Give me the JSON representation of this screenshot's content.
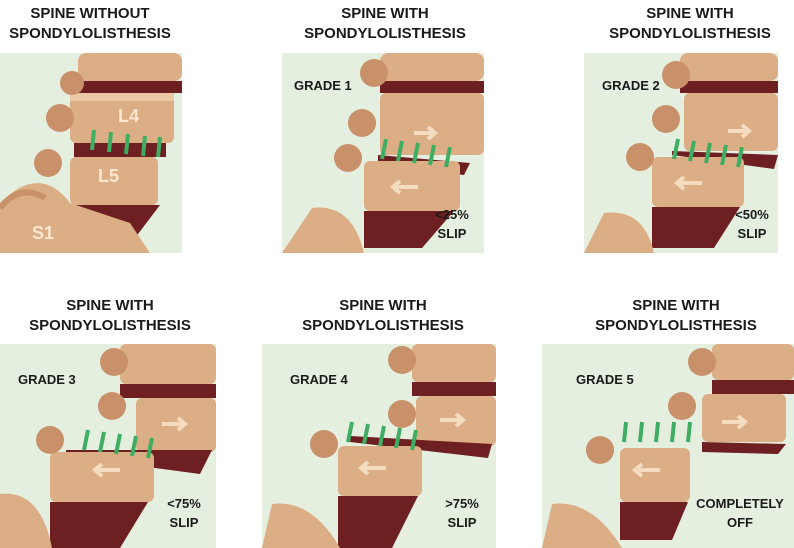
{
  "panels": [
    {
      "title": "SPINE WITHOUT\nSPONDYLOLISTHESIS",
      "labels": [
        "L4",
        "L5",
        "S1"
      ]
    },
    {
      "title": "SPINE WITH\nSPONDYLOLISTHESIS",
      "grade": "GRADE 1",
      "slip": "<25%\nSLIP"
    },
    {
      "title": "SPINE WITH\nSPONDYLOLISTHESIS",
      "grade": "GRADE 2",
      "slip": "<50%\nSLIP"
    },
    {
      "title": "SPINE WITH\nSPONDYLOLISTHESIS",
      "grade": "GRADE 3",
      "slip": "<75%\nSLIP"
    },
    {
      "title": "SPINE WITH\nSPONDYLOLISTHESIS",
      "grade": "GRADE 4",
      "slip": ">75%\nSLIP"
    },
    {
      "title": "SPINE WITH\nSPONDYLOLISTHESIS",
      "grade": "GRADE 5",
      "slip": "COMPLETELY\nOFF"
    }
  ],
  "colors": {
    "background": "#e4efe0",
    "bone": "#dcae85",
    "bone_dark": "#c8916a",
    "bone_light": "#ecc9a4",
    "disc": "#6e1f22",
    "marker": "#3fae63",
    "arrow": "#f4dcc1"
  }
}
